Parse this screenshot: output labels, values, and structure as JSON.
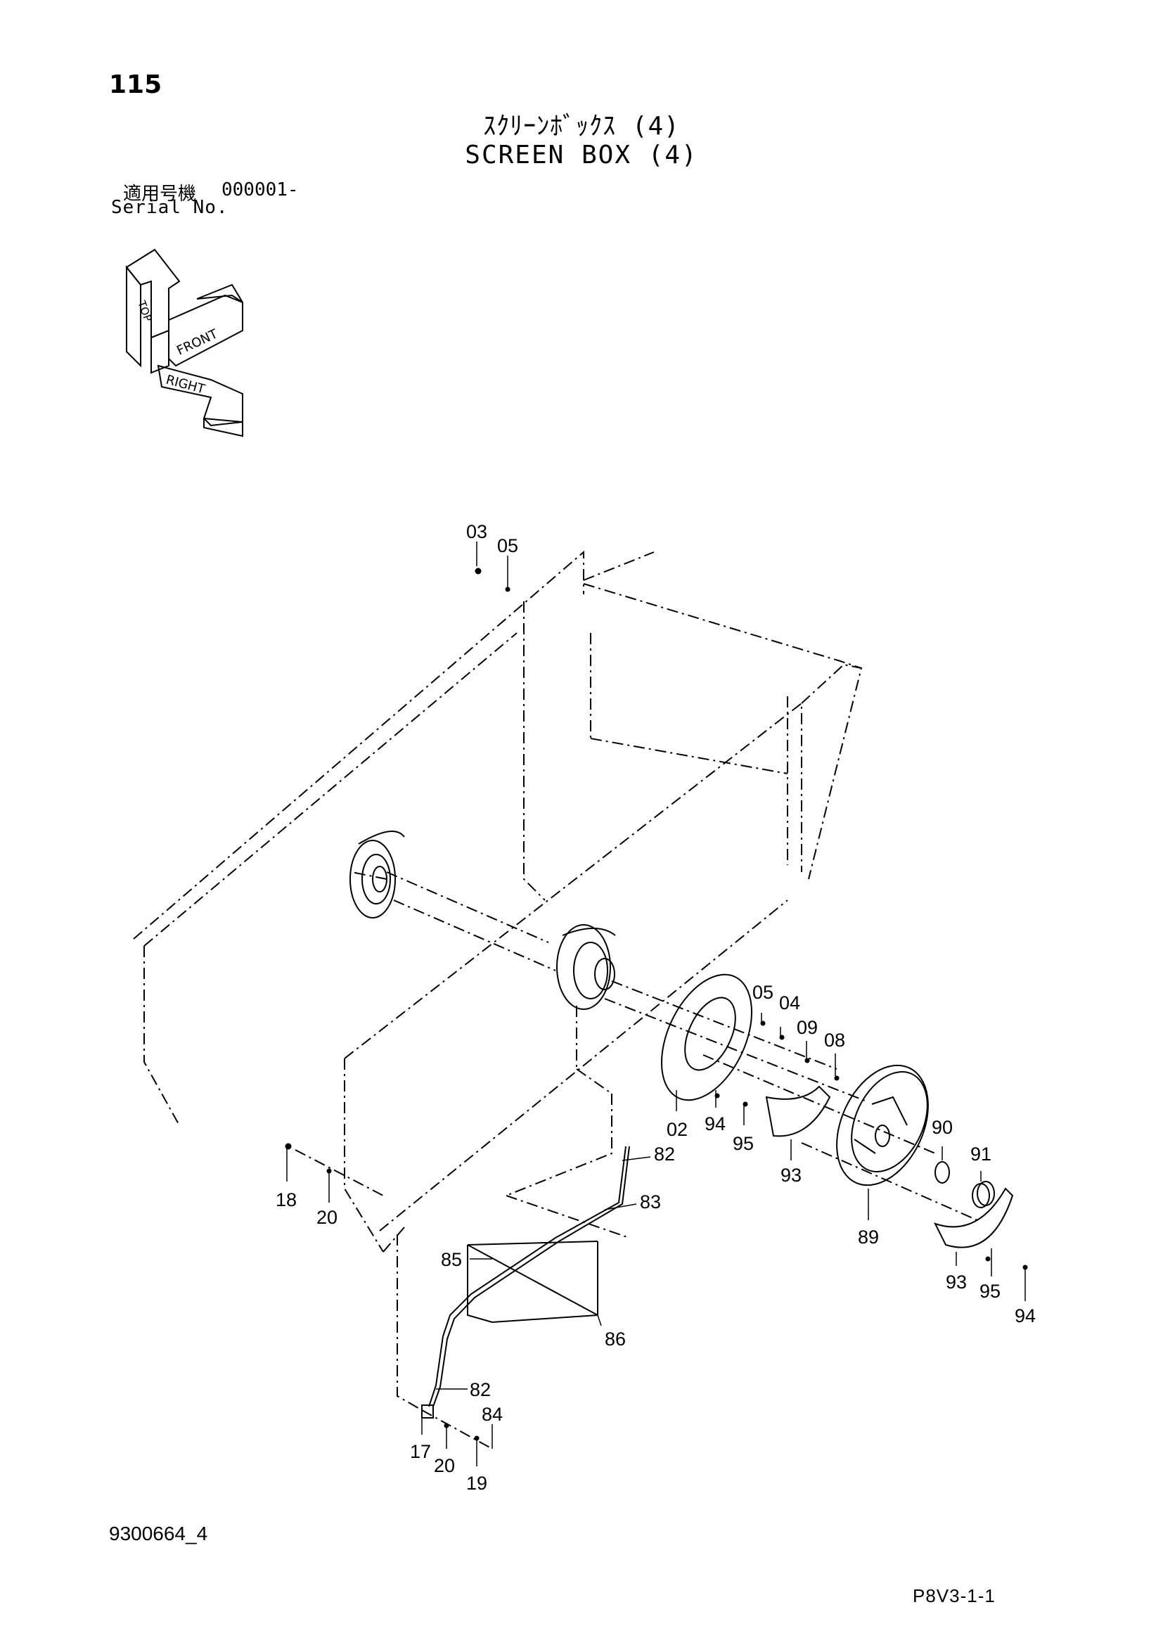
{
  "header": {
    "page_number": "115",
    "title_jp": "ｽｸﾘｰﾝﾎﾞｯｸｽ (4)",
    "title_en": "SCREEN BOX (4)",
    "serial_label_jp": "適用号機",
    "serial_value": "000001-",
    "serial_label_en": "Serial No."
  },
  "orientation_icon": {
    "labels": [
      "TOP",
      "FRONT",
      "RIGHT"
    ]
  },
  "callouts": {
    "c03": "03",
    "c05a": "05",
    "c05b": "05",
    "c04": "04",
    "c09": "09",
    "c08": "08",
    "c02": "02",
    "c94a": "94",
    "c95a": "95",
    "c93a": "93",
    "c90": "90",
    "c91": "91",
    "c89": "89",
    "c93b": "93",
    "c95b": "95",
    "c94b": "94",
    "c18": "18",
    "c20a": "20",
    "c82a": "82",
    "c83": "83",
    "c85": "85",
    "c86": "86",
    "c82b": "82",
    "c84": "84",
    "c17": "17",
    "c20b": "20",
    "c19": "19"
  },
  "footer": {
    "document_number": "9300664_4",
    "sheet_code": "P8V3-1-1"
  }
}
